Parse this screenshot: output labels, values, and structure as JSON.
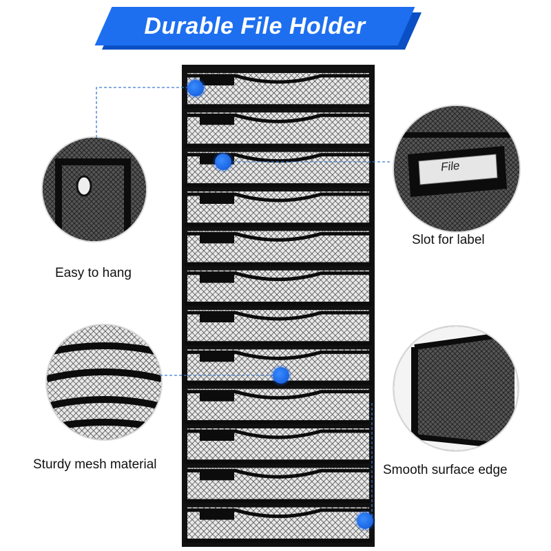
{
  "banner": {
    "title": "Durable File Holder",
    "color": "#1d6ff0"
  },
  "features": [
    {
      "label": "Easy to hang"
    },
    {
      "label": "Slot for label",
      "tag_text": "File"
    },
    {
      "label": "Sturdy mesh material"
    },
    {
      "label": "Smooth surface edge"
    }
  ],
  "accent_color": "#1d6ff0",
  "product": {
    "type": "wall-mounted-mesh-file-organizer",
    "tiers": 12,
    "color": "#111111"
  }
}
